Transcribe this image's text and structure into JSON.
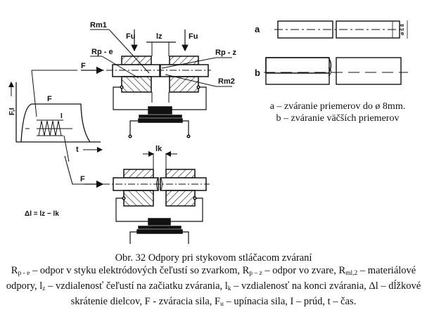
{
  "figure": {
    "labels": {
      "rm1": "Rm1",
      "rpe": "Rp - e",
      "rpz": "Rp - z",
      "rm2": "Rm2",
      "fu_left": "Fu",
      "fu_right": "Fu",
      "lz": "lz",
      "lk": "lk",
      "f_top": "F",
      "f_bottom": "F",
      "graph_y": "F,I",
      "graph_f": "F",
      "graph_i": "I",
      "graph_t": "t",
      "delta_formula": "Δl = lz − lk",
      "variant_a": "a",
      "variant_b": "b",
      "diameter_dim": "ø ≤ 8"
    }
  },
  "variants_caption": {
    "line_a": "a – zváranie priemerov do ø 8mm.",
    "line_b": "b – zváranie väčších priemerov"
  },
  "caption": {
    "title": "Obr. 32 Odpory pri stykovom stláčacom  zváraní",
    "desc_parts": {
      "rpe_main": "R",
      "rpe_sub": "p - e",
      "rpe_text": " – odpor v styku elektródových čeľustí so zvarkom, ",
      "rpz_main": "R",
      "rpz_sub": "p – z",
      "rpz_text": " – odpor vo zvare, ",
      "rm_main": "R",
      "rm_sub": "ml,2",
      "rm_text": " – materiálové odpory, ",
      "lz_main": "l",
      "lz_sub": "z",
      "lz_text": " – vzdialenosť čeľustí na začiatku zvárania, ",
      "lk_main": "l",
      "lk_sub": "k",
      "lk_text": " – vzdialenosť na konci zvárania, Δl – dĺžkové skrátenie dielcov, F  - zváracia sila, ",
      "fu_main": "F",
      "fu_sub": "u",
      "fu_text": " – upínacia sila, I – prúd, t – čas."
    }
  }
}
